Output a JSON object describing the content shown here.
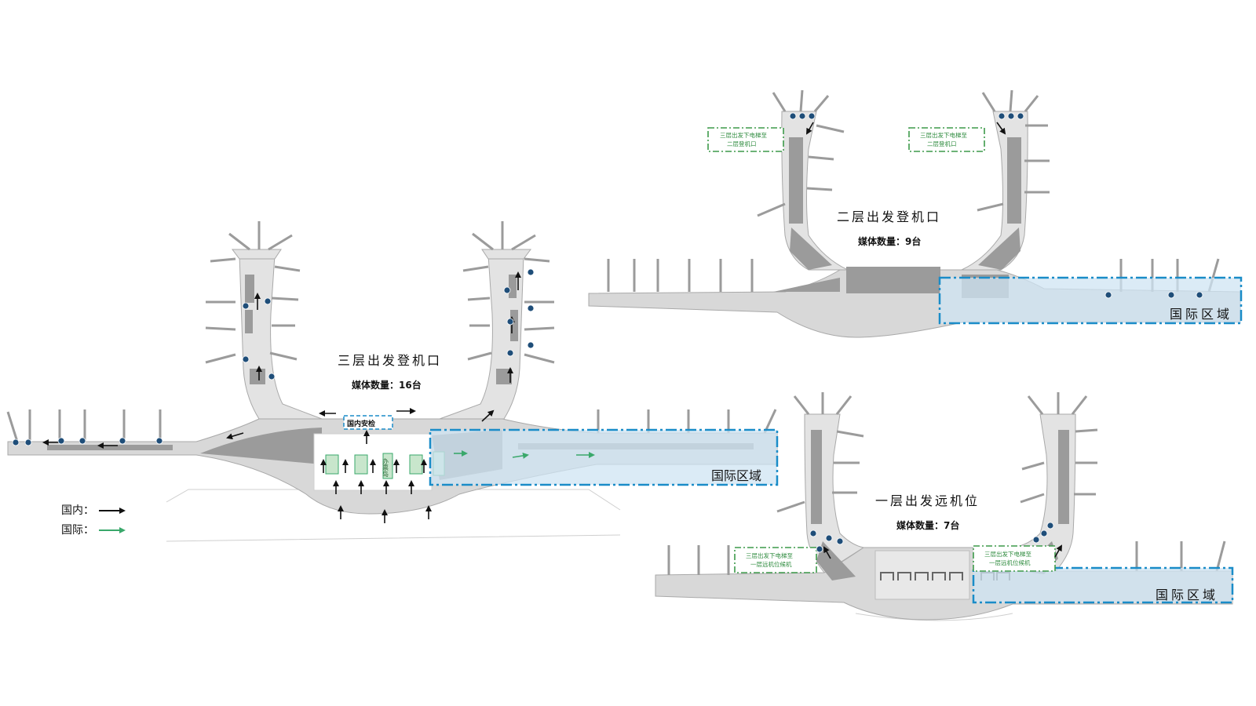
{
  "colors": {
    "floor": "#d8d8d8",
    "gate_area": "#9b9b9b",
    "outline": "#a9a9a9",
    "media_point": "#1f4e79",
    "domestic_arrow": "#111111",
    "international_arrow": "#3aa86b",
    "intl_zone_fill": "#cfe4f3",
    "intl_zone_border": "#1a8cc8",
    "note_border": "#3d9a4a",
    "security_fill": "#ffffff"
  },
  "level3": {
    "title": "三层出发登机口",
    "media_count": "媒体数量：16台",
    "security_label": "国内安检",
    "checkin_label": "办票岛",
    "intl_zone_label": "国际区域",
    "media_points": 16
  },
  "level2": {
    "title": "二层出发登机口",
    "media_count": "媒体数量：9台",
    "intl_zone_label": "国际区域",
    "note_left": [
      "三层出发下电梯至",
      "二层登机口"
    ],
    "note_right": [
      "三层出发下电梯至",
      "二层登机口"
    ],
    "media_points": 9
  },
  "level1": {
    "title": "一层出发远机位",
    "media_count": "媒体数量：7台",
    "intl_zone_label": "国际区域",
    "note_left": [
      "三层出发下电梯至",
      "一层远机位候机"
    ],
    "note_right": [
      "三层出发下电梯至",
      "一层远机位候机"
    ],
    "media_points": 7
  },
  "legend": {
    "domestic_label": "国内：",
    "international_label": "国际："
  },
  "icons": {
    "media_point": "filled-circle-icon",
    "flow_arrow": "arrow-icon"
  }
}
